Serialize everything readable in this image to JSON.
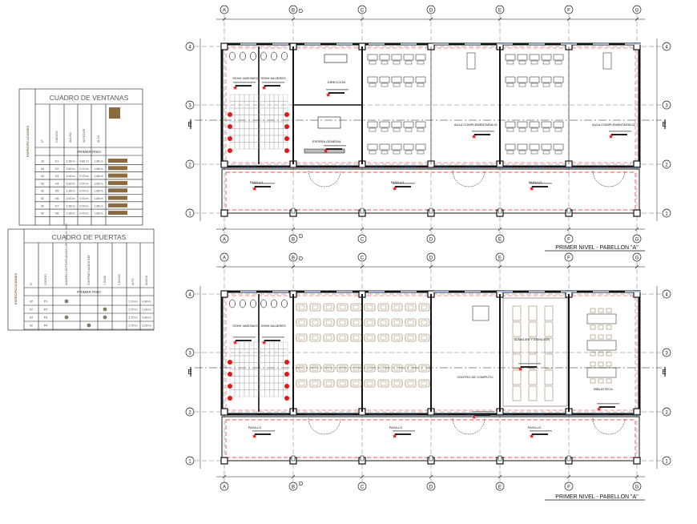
{
  "colors": {
    "line": "#1a1a1a",
    "red": "#e01818",
    "blue": "#1c3fa0",
    "grey": "#777777",
    "tan": "#8a6a3e"
  },
  "schedules": {
    "windows": {
      "title": "CUADRO DE VENTANAS",
      "side": "ESPECIFICACIONES",
      "cols": [
        "N°",
        "CODIGO",
        "ANCHO",
        "ALFEIZAR",
        "ALTO",
        "TIPO"
      ],
      "floor": "PRIMER PISO",
      "rows": [
        [
          "10",
          "V1",
          "2.35 m",
          "0.81 m",
          "1.65 m"
        ],
        [
          "04",
          "V2",
          "2.00 m",
          "0.70 m",
          "1.65 m"
        ],
        [
          "02",
          "V3",
          "2.00 m",
          "0.70 m",
          "1.65 m"
        ],
        [
          "02",
          "V4",
          "3.20 m",
          "0.70 m",
          "1.65 m"
        ],
        [
          "02",
          "V5",
          "1.35 m",
          "0.70 m",
          "1.65 m"
        ],
        [
          "02",
          "V6",
          "2.00 m",
          "0.70 m",
          "1.65 m"
        ],
        [
          "02",
          "V7",
          "2.35 m",
          "0.70 m",
          "1.65 m"
        ],
        [
          "02",
          "V8",
          "1.35 m",
          "0.70 m",
          "1.65 m"
        ]
      ]
    },
    "doors": {
      "title": "CUADRO DE PUERTAS",
      "side": "ESPECIFICACIONES",
      "cols": [
        "N°",
        "CODIGO",
        "MADERA CONTRAPLACADA CON TRIPLAY 6MM",
        "CONTRAPLACADA MDF",
        "1 HOJA",
        "2 HOJAS",
        "ALTO",
        "ANCHO"
      ],
      "floor": "PRIMER PISO",
      "rows": [
        [
          "02",
          "P1",
          "2.70 m",
          "0.90 m"
        ],
        [
          "07",
          "P2",
          "2.70 m",
          "1.00 m"
        ],
        [
          "03",
          "P3",
          "2.70 m",
          "0.90 m"
        ],
        [
          "02",
          "P4",
          "2.70 m",
          "1.00 m"
        ]
      ]
    }
  },
  "grid": {
    "cols": [
      "A",
      "B",
      "C",
      "D",
      "E",
      "F",
      "G"
    ],
    "rows": [
      "4",
      "3",
      "2",
      "1"
    ],
    "section_mark": "E",
    "door_mark": "D"
  },
  "plan_top": {
    "caption": "PRIMER NIVEL - PABELLON \"A\"",
    "rooms": {
      "ss_h": "SSHH VARONES",
      "ss_m": "SSHH MUJERES",
      "direccion": "DIRECCION",
      "espera": "ESPERA GENERAL",
      "aula1": "AULA COMPLEMENTARIA 01",
      "aula2": "AULA COMPLEMENTARIA 02",
      "pasillo": "PASILLO"
    }
  },
  "plan_bottom": {
    "caption": "PRIMER NIVEL - PABELLON \"A\"",
    "rooms": {
      "ss_h": "SSHH VARONES",
      "ss_m": "SSHH MUJERES",
      "computo": "CENTRO DE COMPUTO",
      "almacen": "ALMACEN Y ATENCION",
      "biblioteca": "BIBLIOTECA",
      "pasillo": "PASILLO"
    }
  }
}
